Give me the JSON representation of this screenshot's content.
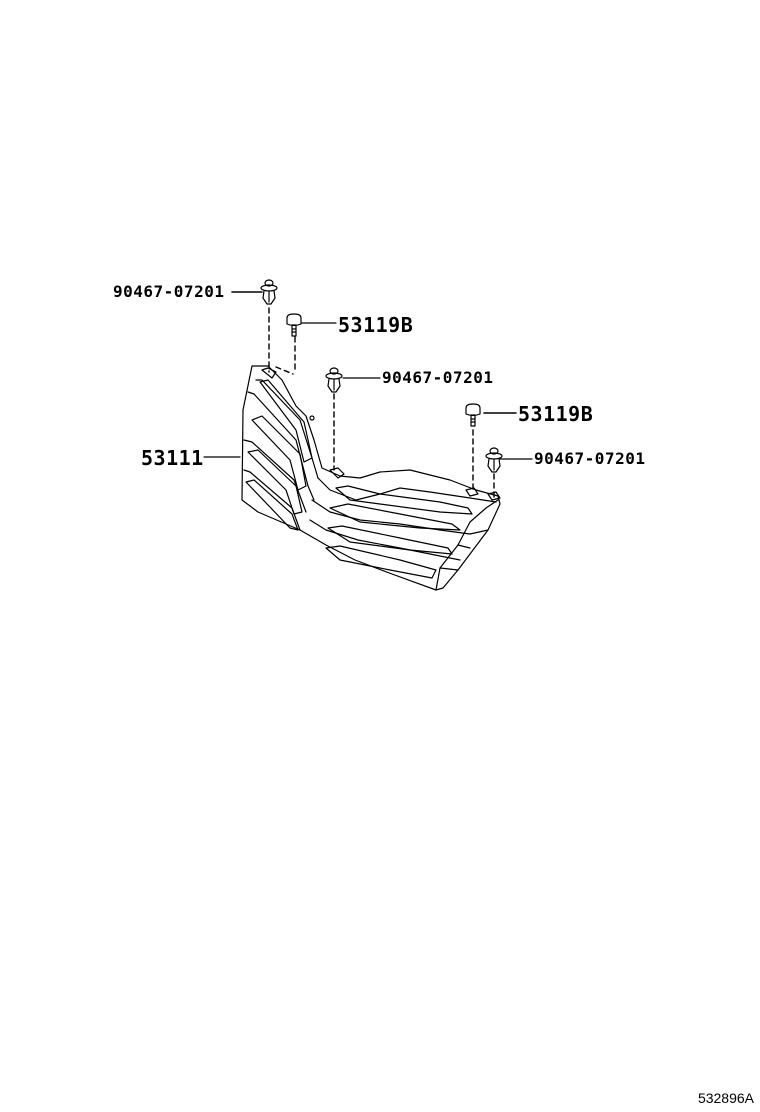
{
  "diagram": {
    "type": "parts-exploded-view",
    "reference_code": "532896A",
    "parts": [
      {
        "id": "clip-top-left",
        "number": "90467-07201",
        "kind": "clip"
      },
      {
        "id": "bolt-top",
        "number": "53119B",
        "kind": "bolt"
      },
      {
        "id": "clip-middle",
        "number": "90467-07201",
        "kind": "clip"
      },
      {
        "id": "bolt-right",
        "number": "53119B",
        "kind": "bolt"
      },
      {
        "id": "grille",
        "number": "53111",
        "kind": "radiator-grille"
      },
      {
        "id": "clip-right",
        "number": "90467-07201",
        "kind": "clip"
      }
    ]
  }
}
